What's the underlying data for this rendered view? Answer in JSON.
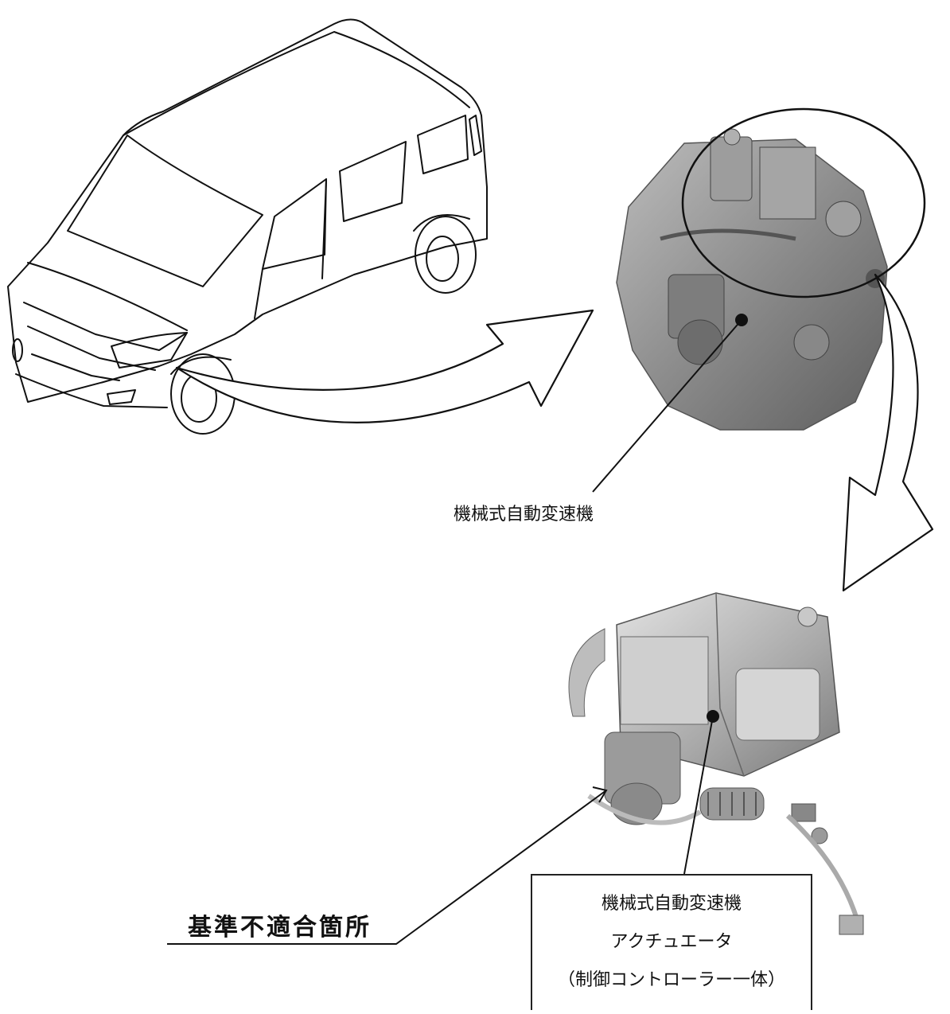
{
  "labels": {
    "transmission": "機械式自動変速機",
    "nonconforming_part": "基準不適合箇所",
    "actuator_box": {
      "line1": "機械式自動変速機",
      "line2": "アクチュエータ",
      "line3": "（制御コントローラー一体）"
    }
  },
  "colors": {
    "line": "#111111",
    "part_dark": "#6f6f6f",
    "part_mid": "#9a9a9a",
    "part_light": "#c9c9c9"
  },
  "icons": [
    "vehicle-outline",
    "transmission-render",
    "actuator-render",
    "curved-arrow",
    "highlight-circle"
  ]
}
